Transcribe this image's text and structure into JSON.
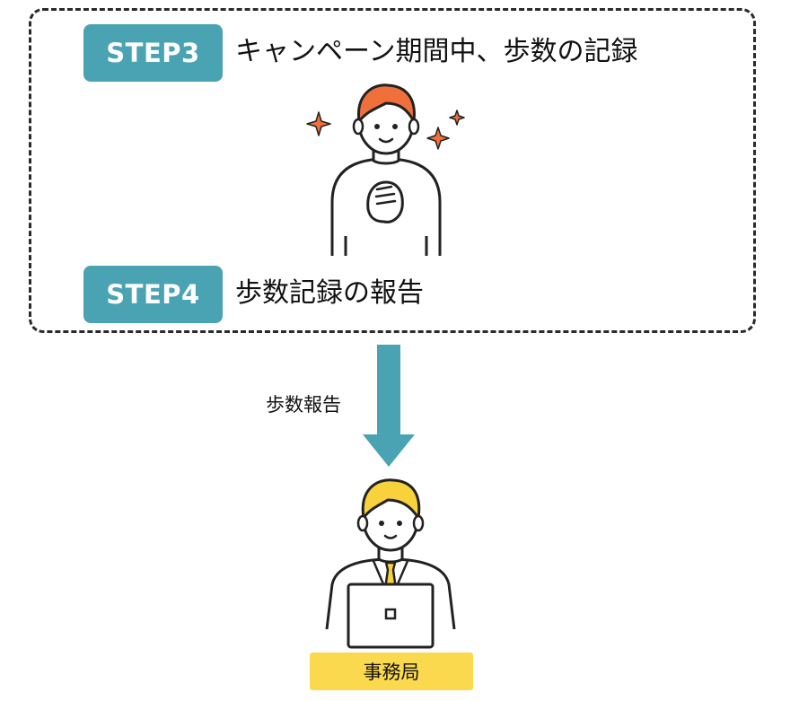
{
  "steps": [
    {
      "badge": "STEP3",
      "title": "キャンペーン期間中、歩数の記録"
    },
    {
      "badge": "STEP4",
      "title": "歩数記録の報告"
    }
  ],
  "flow": {
    "arrow_label": "歩数報告"
  },
  "office": {
    "label": "事務局"
  },
  "colors": {
    "badge": "#4aa3b3",
    "arrow": "#4aa3b3",
    "office_label_bg": "#fbd94e",
    "hair_orange": "#f0703c",
    "hair_yellow": "#f7d23c",
    "sparkle": "#f0703c",
    "tie": "#f7d23c"
  },
  "icons": {
    "person_with_smartphone": "person-holding-phone-icon",
    "sparkles": "sparkle-icon",
    "office_worker": "office-worker-laptop-icon"
  }
}
